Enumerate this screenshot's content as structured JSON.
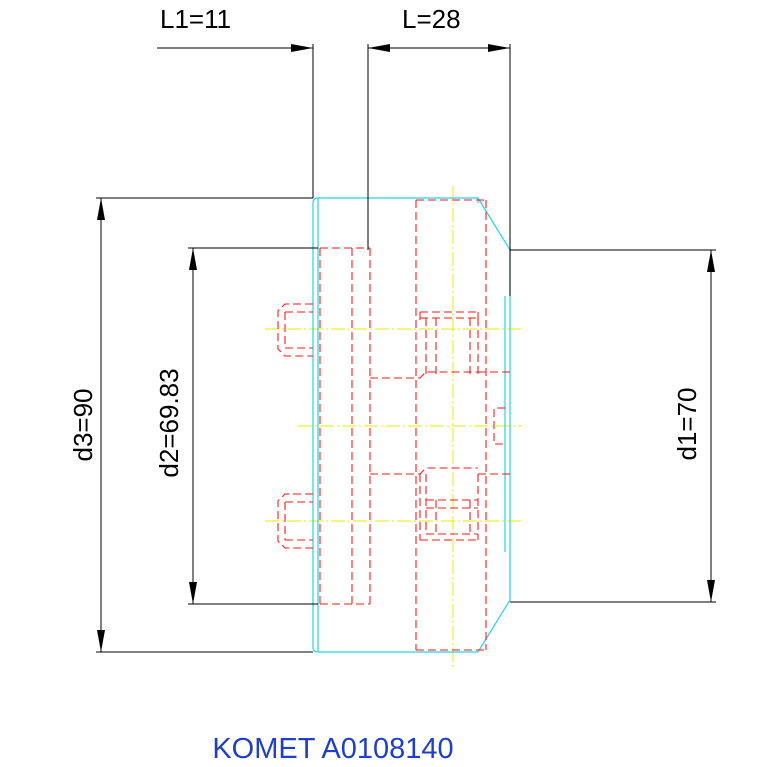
{
  "dimensions": {
    "L1": "L1=11",
    "L": "L=28",
    "d1": "d1=70",
    "d2": "d2=69.83",
    "d3": "d3=90"
  },
  "part_label": "KOMET A0108140",
  "colors": {
    "body_outline": "#22d3e6",
    "hidden_lines": "#ff1a1a",
    "center_lines": "#e8e800",
    "dimension_lines": "#000000",
    "part_label": "#1f3fc4"
  }
}
